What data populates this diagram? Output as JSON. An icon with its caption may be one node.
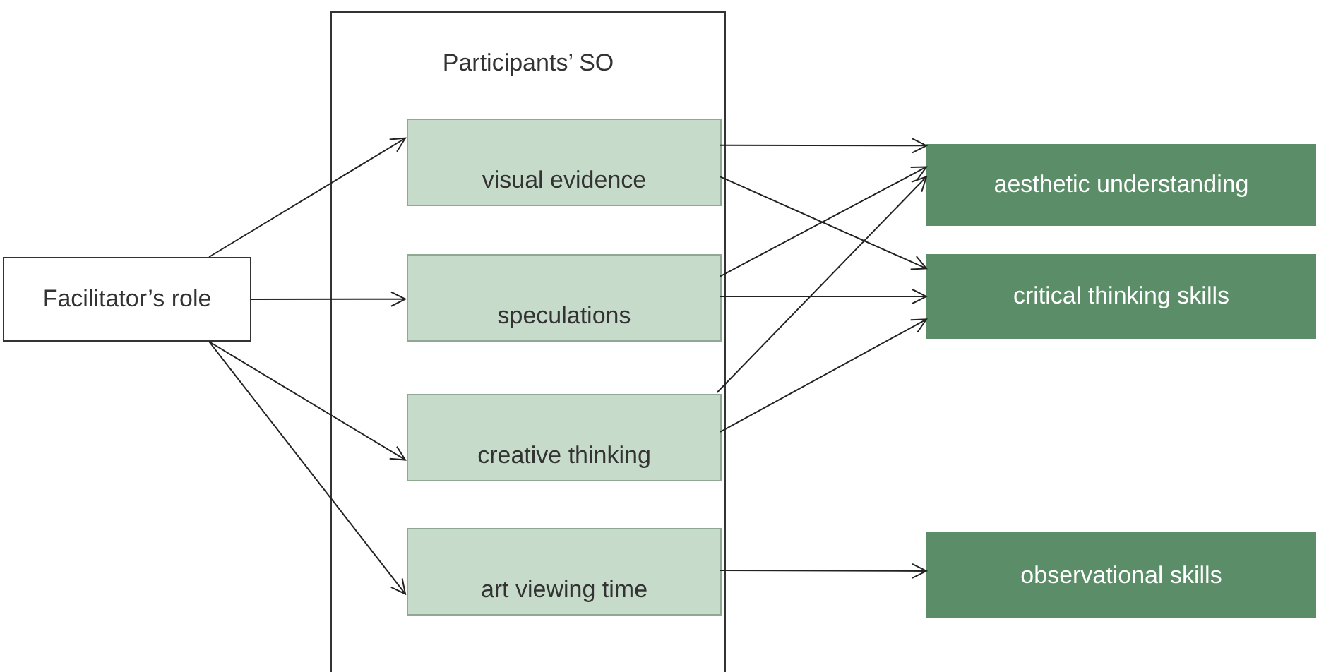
{
  "diagram": {
    "nodes": [
      {
        "text": [
          "Facilitator’s role"
        ]
      },
      {
        "text": [
          "Participants’ SO"
        ]
      },
      {
        "text": [
          "visual evidence"
        ],
        "in": 1
      },
      {
        "text": [
          "speculations"
        ],
        "in": 1
      },
      {
        "text": [
          "creative thinking"
        ],
        "in": 1
      },
      {
        "text": [
          "art viewing time"
        ],
        "in": 1
      },
      {
        "text": [
          "aesthetic understanding"
        ]
      },
      {
        "text": [
          "critical thinking skills"
        ]
      },
      {
        "text": [
          "observational skills"
        ]
      }
    ],
    "edges": [
      {
        "from": 0,
        "to": 2,
        "arrow": "to"
      },
      {
        "from": 0,
        "to": 3,
        "arrow": "to"
      },
      {
        "from": 0,
        "to": 4,
        "arrow": "to"
      },
      {
        "from": 0,
        "to": 5,
        "arrow": "to"
      },
      {
        "from": 2,
        "to": 6,
        "arrow": "to"
      },
      {
        "from": 2,
        "to": 7,
        "arrow": "to"
      },
      {
        "from": 3,
        "to": 6,
        "arrow": "to"
      },
      {
        "from": 3,
        "to": 7,
        "arrow": "to"
      },
      {
        "from": 4,
        "to": 6,
        "arrow": "to"
      },
      {
        "from": 4,
        "to": 7,
        "arrow": "to"
      },
      {
        "from": 5,
        "to": 8,
        "arrow": "to"
      }
    ]
  }
}
